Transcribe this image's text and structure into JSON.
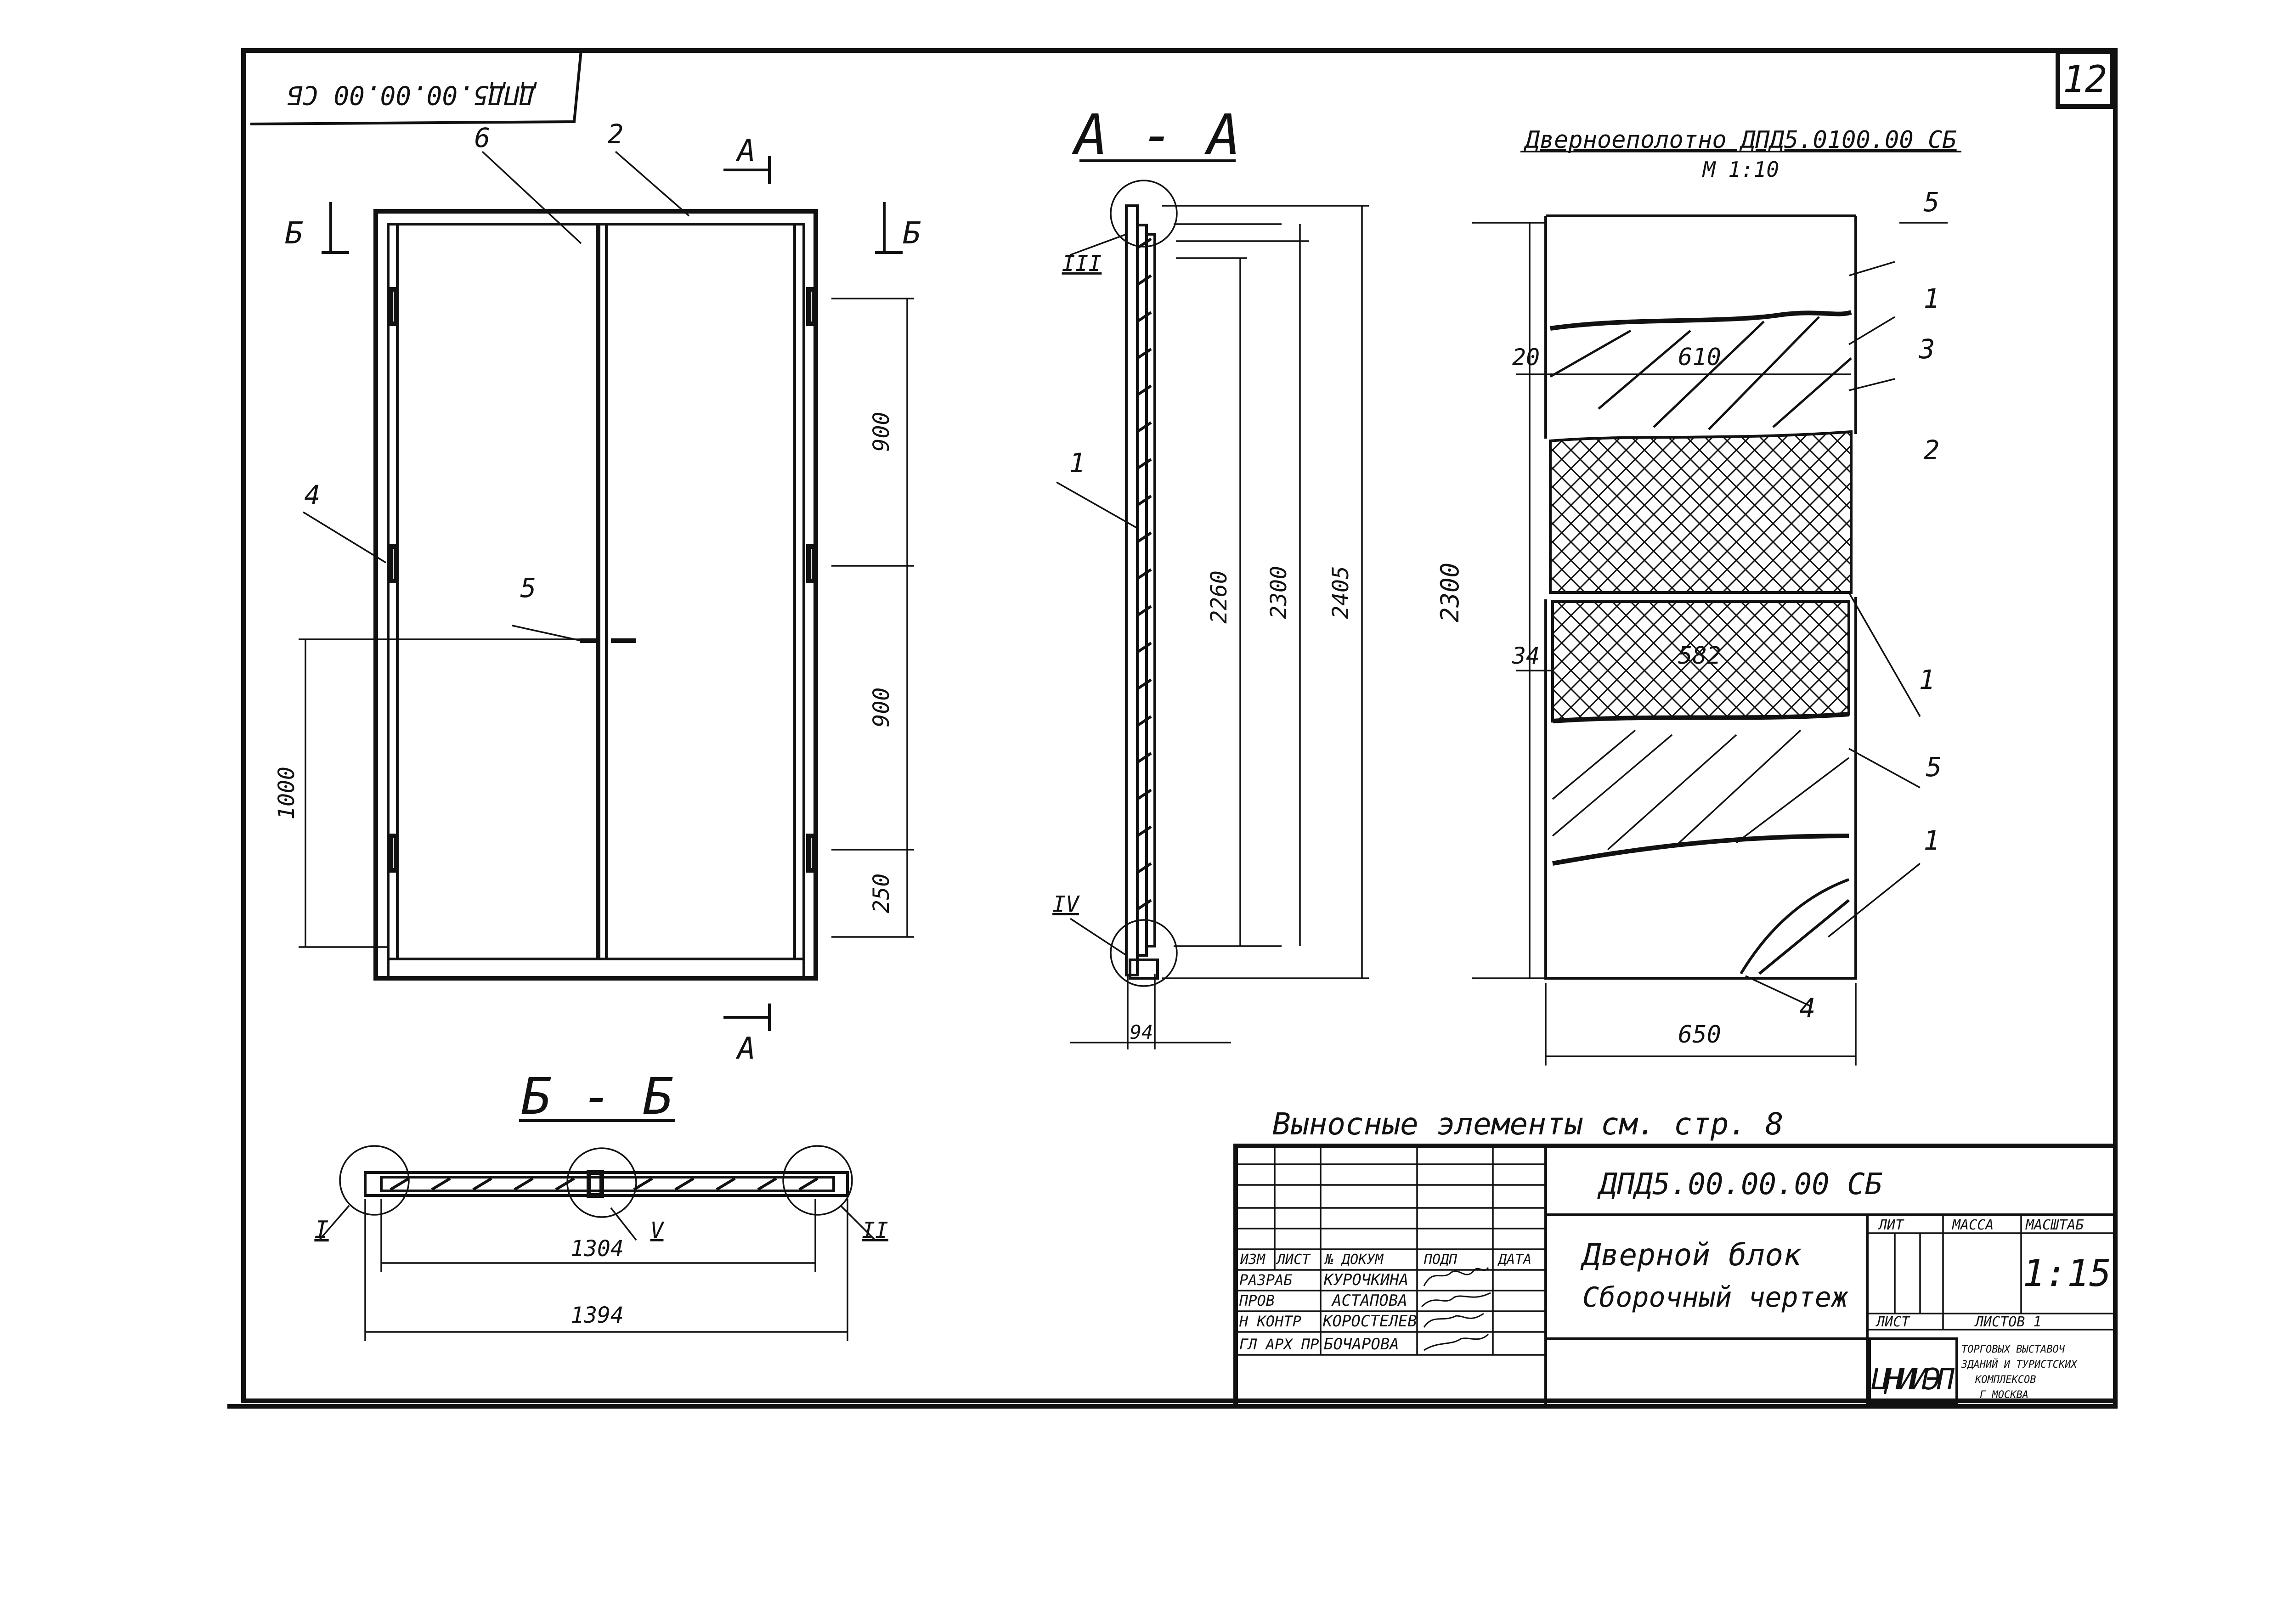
{
  "sheet": {
    "page_number": "12",
    "top_stamp": "ДПД5.00.00.00 СБ"
  },
  "elevation": {
    "callouts": [
      "6",
      "2",
      "4",
      "5"
    ],
    "section_markers": {
      "a_top": "А",
      "a_bottom": "А",
      "b_left": "Б",
      "b_right": "Б"
    },
    "dims": {
      "d1": "900",
      "d2": "900",
      "d3": "250",
      "handle_height": "1000"
    }
  },
  "section_aa": {
    "title": "А - А",
    "callouts": {
      "leaf": "1",
      "node_top": "III",
      "node_bottom": "IV"
    },
    "dims": {
      "d1": "2260",
      "d2": "2300",
      "d3": "2405",
      "thickness": "94"
    }
  },
  "section_bb": {
    "title": "Б - Б",
    "nodes": {
      "left": "I",
      "center": "V",
      "right": "II"
    },
    "dims": {
      "inner": "1304",
      "outer": "1394"
    }
  },
  "door_leaf": {
    "title": "Дверноеполотно ДПД5.0100.00 СБ",
    "scale_note": "М 1:10",
    "callouts": [
      "5",
      "1",
      "3",
      "2",
      "1",
      "5",
      "1",
      "4"
    ],
    "dims": {
      "height": "2300",
      "width": "650",
      "top_inner": "610",
      "top_offset": "20",
      "mid_inner": "582",
      "mid_offset": "34"
    }
  },
  "note": "Выносные элементы см. стр. 8",
  "title_block": {
    "designation": "ДПД5.00.00.00 СБ",
    "name_line1": "Дверной блок",
    "name_line2": "Сборочный чертеж",
    "headers": {
      "izm": "ИЗМ",
      "list": "ЛИСТ",
      "doc": "№ ДОКУМ",
      "sign": "ПОДП",
      "date": "ДАТА"
    },
    "roles": [
      "РАЗРАБ",
      "ПРОВ",
      "Н КОНТР",
      "ГЛ АРХ ПР"
    ],
    "people": [
      "КУРОЧКИНА",
      "АСТАПОВА",
      "КОРОСТЕЛЕВ",
      "БОЧАРОВА"
    ],
    "lit_label": "ЛИТ",
    "mass_label": "МАССА",
    "scale_label": "МАСШТАБ",
    "scale_value": "1:15",
    "sheet_label": "ЛИСТ",
    "sheets_label": "ЛИСТОВ 1",
    "org_logo": "ЦНИИЭП",
    "org_text": [
      "ТОРГОВЫХ ВЫСТАВОЧ",
      "ЗДАНИЙ И ТУРИСТСКИХ",
      "КОМПЛЕКСОВ",
      "Г МОСКВА"
    ]
  },
  "colors": {
    "ink": "#111111",
    "paper": "#ffffff"
  }
}
